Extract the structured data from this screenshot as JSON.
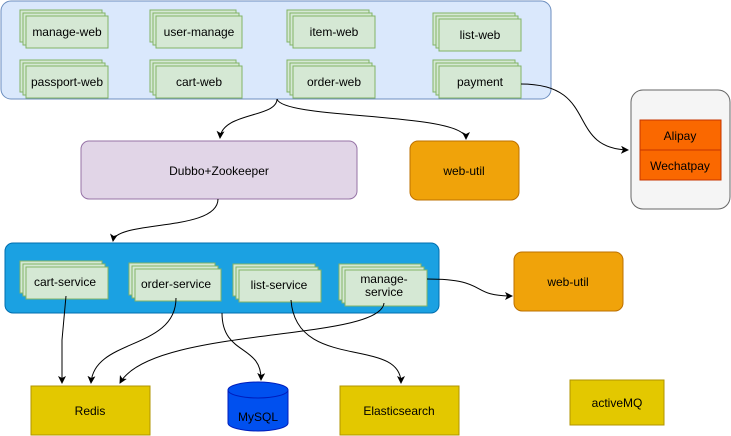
{
  "colors": {
    "web_group_fill": "#dae8fc",
    "web_group_stroke": "#6c8ebf",
    "service_group_fill": "#1ba1e2",
    "service_group_stroke": "#006eaf",
    "module_fill": "#d5e8d4",
    "module_stroke": "#82b366",
    "dubbo_fill": "#e1d5e7",
    "dubbo_stroke": "#9673a6",
    "util_fill": "#f0a30a",
    "util_stroke": "#bd7000",
    "store_fill": "#e3c800",
    "store_stroke": "#b09500",
    "mysql_fill": "#0050ef",
    "mysql_stroke": "#001dbc",
    "pay_group_fill": "#f5f5f5",
    "pay_group_stroke": "#666666",
    "pay_fill": "#fa6800",
    "pay_stroke": "#c73500"
  },
  "web_modules": [
    "manage-web",
    "user-manage",
    "item-web",
    "list-web",
    "passport-web",
    "cart-web",
    "order-web",
    "payment"
  ],
  "registry": "Dubbo+Zookeeper",
  "web_util_top": "web-util",
  "web_util_right": "web-util",
  "service_modules": [
    "cart-service",
    "order-service",
    "list-service",
    "manage-\nservice"
  ],
  "payment_options": [
    "Alipay",
    "Wechatpay"
  ],
  "stores": {
    "redis": "Redis",
    "mysql": "MySQL",
    "elasticsearch": "Elasticsearch",
    "activemq": "activeMQ"
  }
}
